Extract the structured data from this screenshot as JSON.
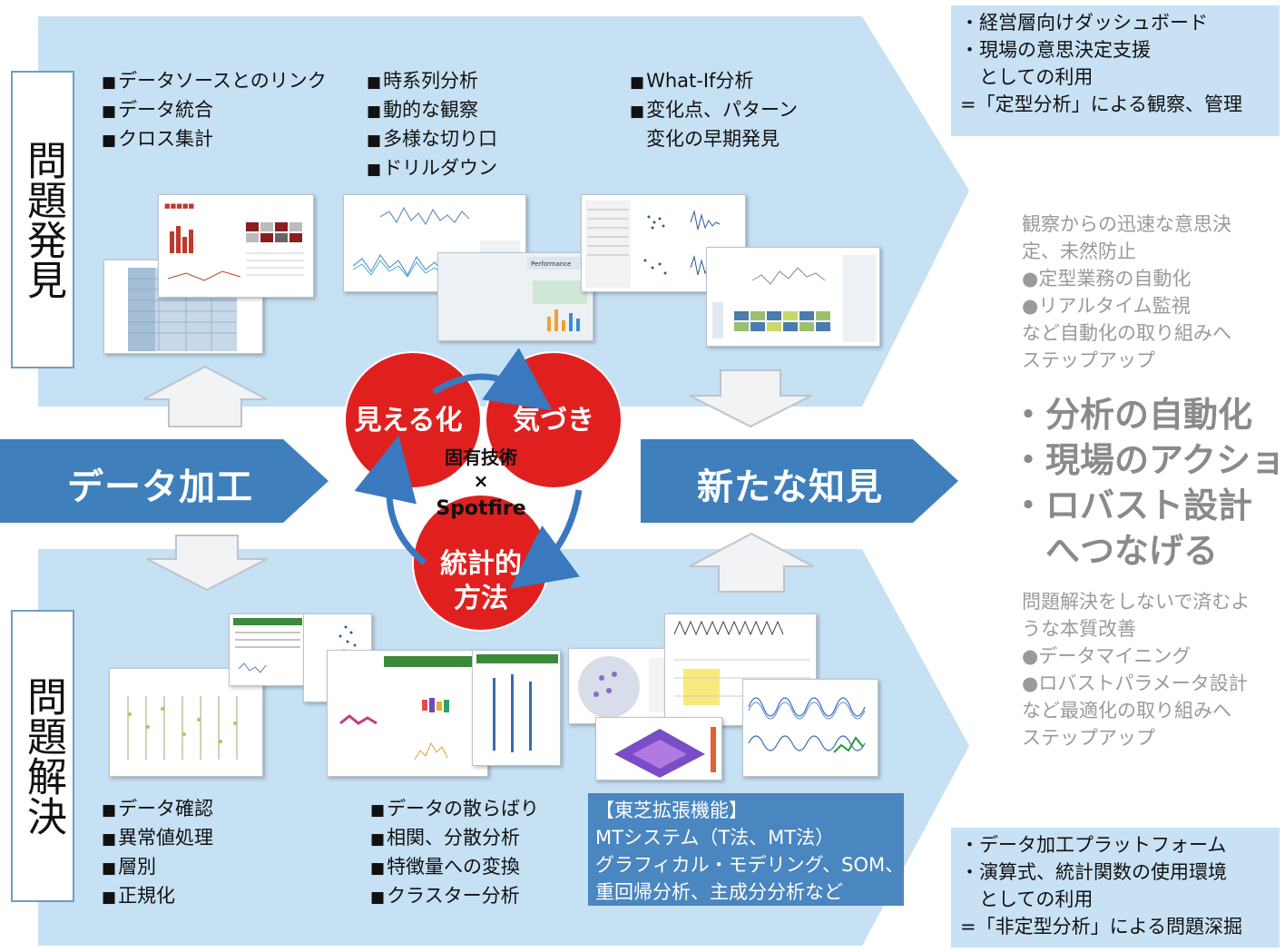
{
  "top_section": {
    "label": "問題発見",
    "col1": [
      "データソースとのリンク",
      "データ統合",
      "クロス集計"
    ],
    "col2": [
      "時系列分析",
      "動的な観察",
      "多様な切り口",
      "ドリルダウン"
    ],
    "col3": [
      "What-If分析",
      "変化点、パターン",
      "変化の早期発見"
    ]
  },
  "bottom_section": {
    "label": "問題解決",
    "col1": [
      "データ確認",
      "異常値処理",
      "層別",
      "正規化"
    ],
    "col2": [
      "データの散らばり",
      "相関、分散分析",
      "特徴量への変換",
      "クラスター分析"
    ]
  },
  "toshiba_box": [
    "【東芝拡張機能】",
    "MTシステム（T法、MT法）",
    "グラフィカル・モデリング、SOM、",
    "重回帰分析、主成分分析など"
  ],
  "data_processing_label": "データ加工",
  "new_insight_label": "新たな知見",
  "center": {
    "visualize": "見える化",
    "notice": "気づき",
    "statistics_line1": "統計的",
    "statistics_line2": "方法",
    "core_line1": "固有技術",
    "core_line2": "×",
    "core_line3": "Spotfire"
  },
  "top_right_note": [
    "・経営層向けダッシュボード",
    "・現場の意思決定支援",
    "　としての利用",
    "=「定型分析」による観察、管理"
  ],
  "right_upper_text": [
    "観察からの迅速な意思決",
    "定、未然防止",
    "●定型業務の自動化",
    "●リアルタイム監視",
    "など自動化の取り組みへ",
    "ステップアップ"
  ],
  "right_big_text": [
    "・分析の自動化",
    "・現場のアクション",
    "・ロバスト設計",
    "　へつなげる"
  ],
  "right_lower_text": [
    "問題解決をしないで済むよ",
    "うな本質改善",
    "●データマイニング",
    "●ロバストパラメータ設計",
    "など最適化の取り組みへ",
    "ステップアップ"
  ],
  "bottom_right_note": [
    "・データ加工プラットフォーム",
    "・演算式、統計関数の使用環境",
    "　としての利用",
    "=「非定型分析」による問題深掘"
  ],
  "colors": {
    "band": "#c6e0f4",
    "dark_arrow": "#3e7fbc",
    "circle_red": "#e0201f",
    "hollow_arrow_fill": "#f1f3f5",
    "hollow_arrow_stroke": "#bcc4cc",
    "cycle_arrow": "#3a78c0"
  }
}
